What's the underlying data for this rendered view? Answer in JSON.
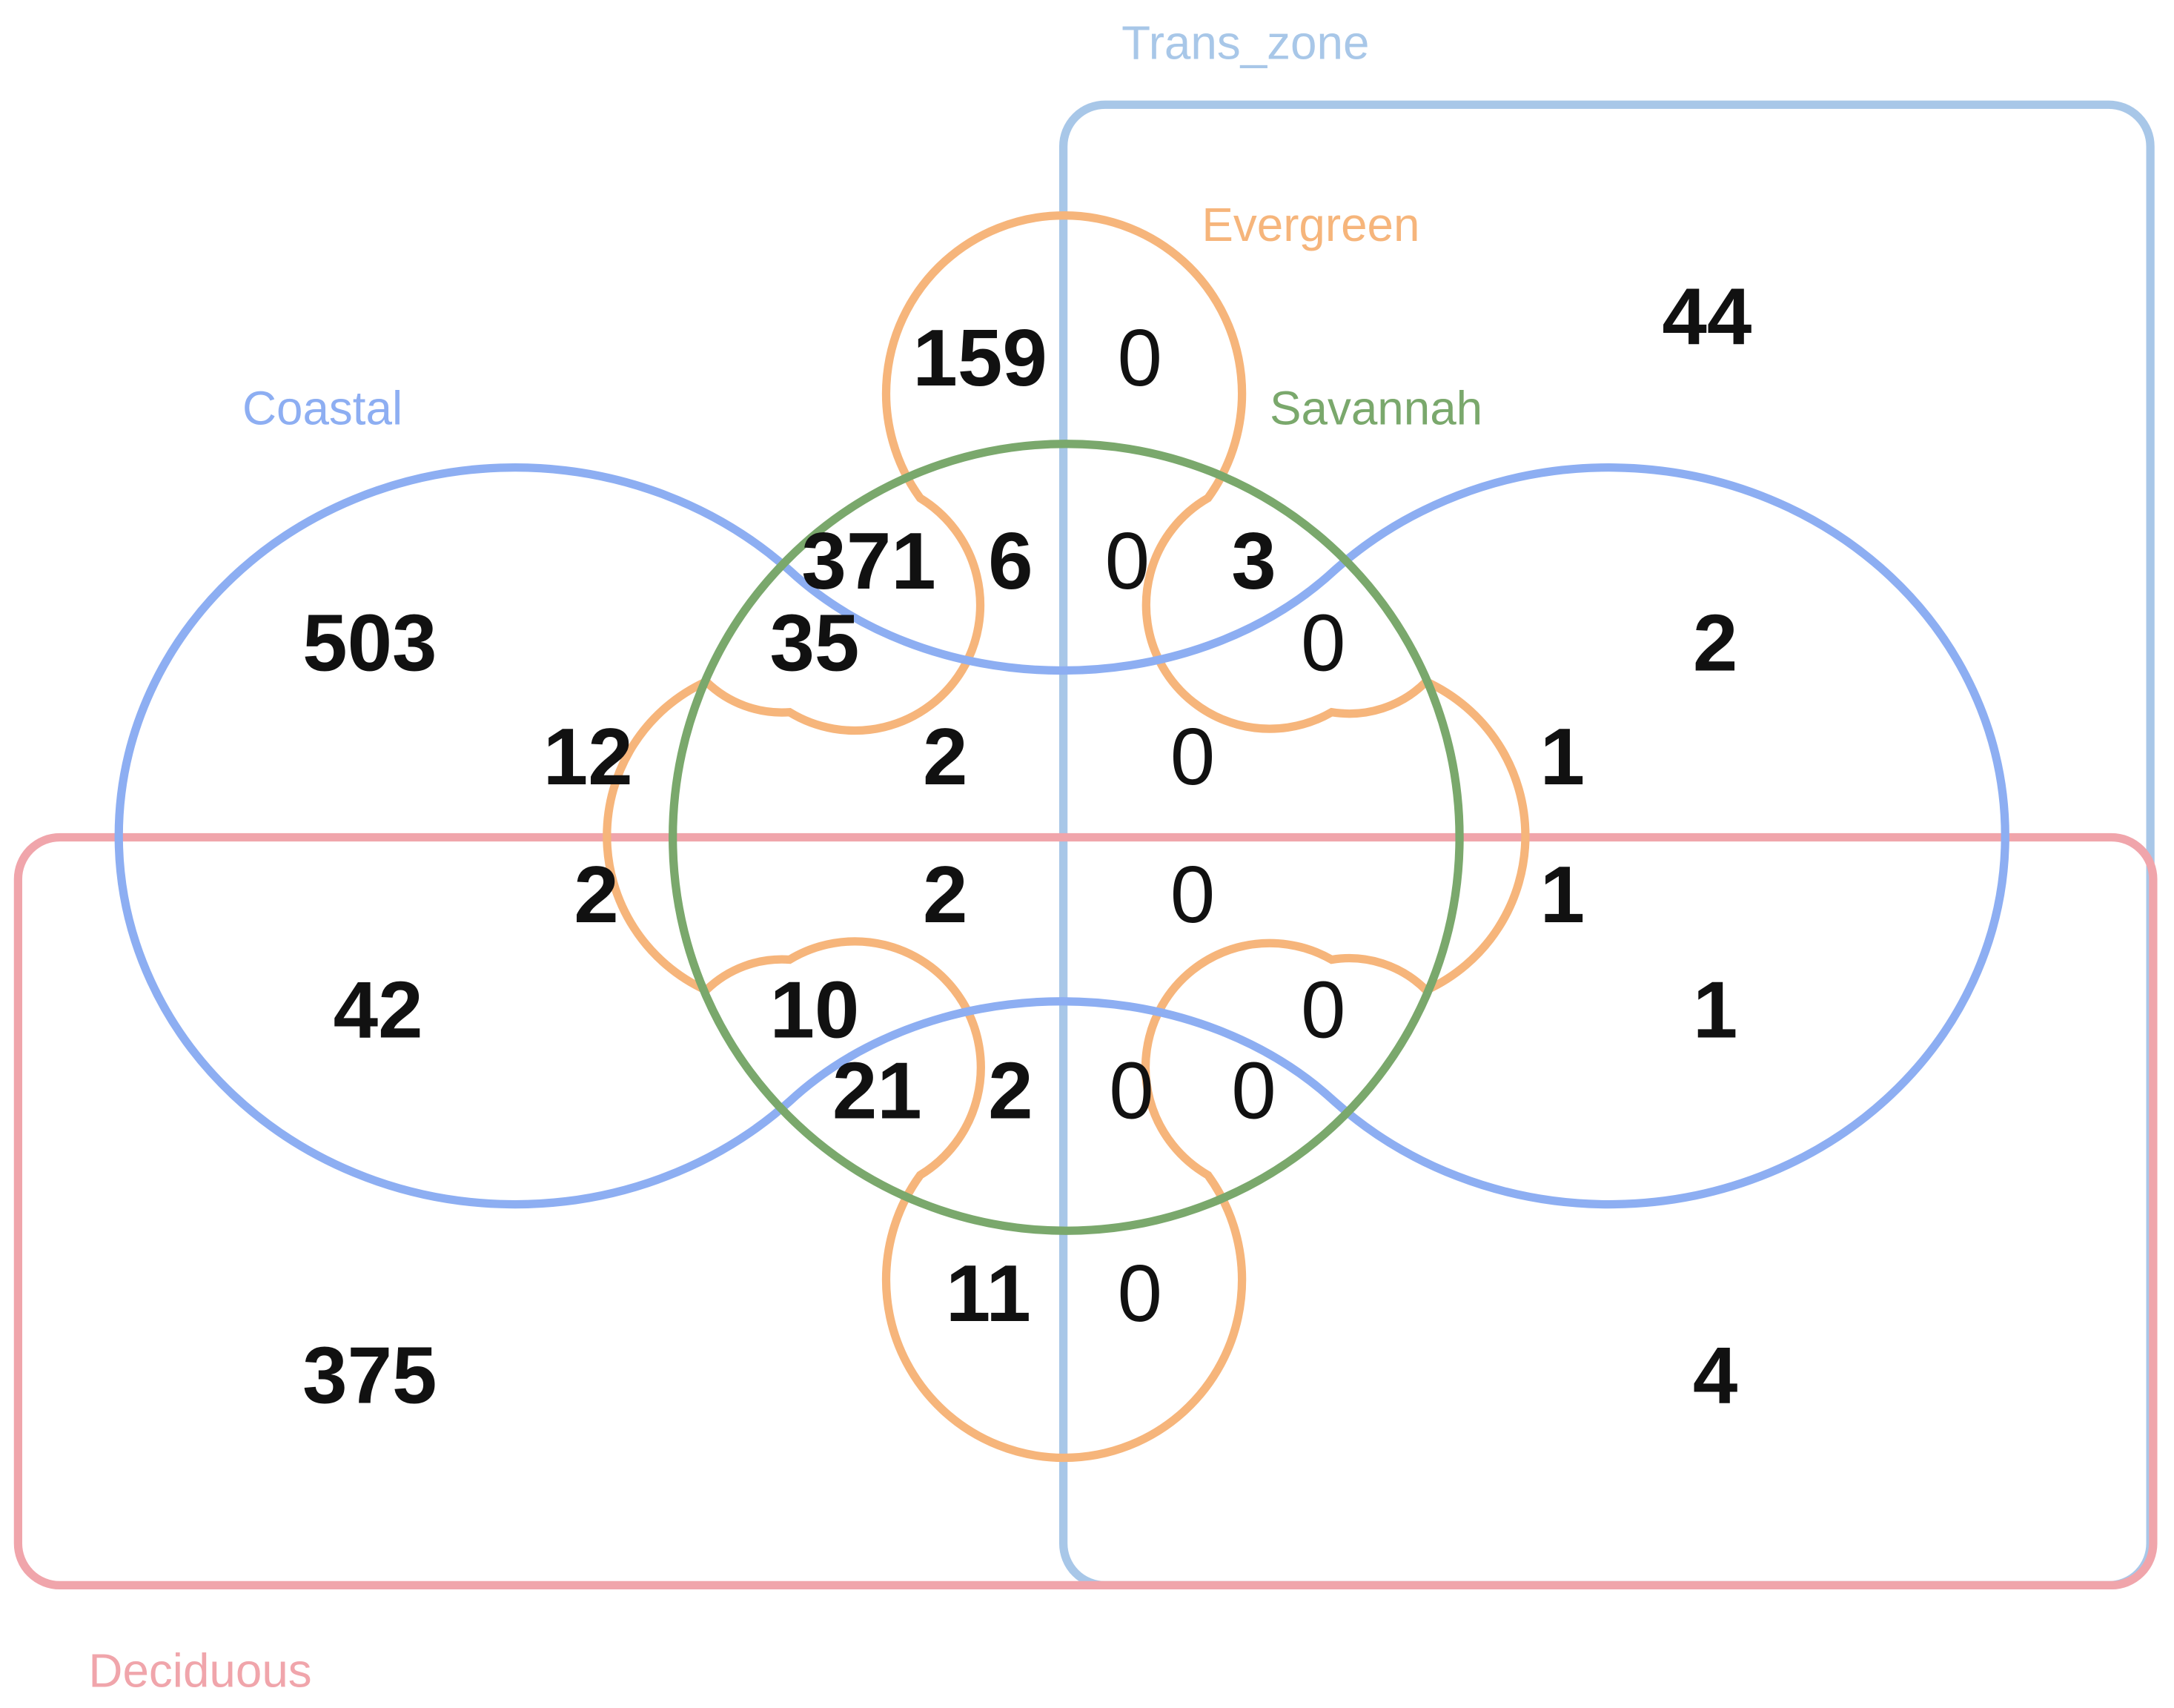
{
  "sets": {
    "trans_zone": {
      "label": "Trans_zone",
      "color": "#a8c7e8"
    },
    "evergreen": {
      "label": "Evergreen",
      "color": "#f6b57b"
    },
    "coastal": {
      "label": "Coastal",
      "color": "#8daef2"
    },
    "savannah": {
      "label": "Savannah",
      "color": "#7aa86c"
    },
    "deciduous": {
      "label": "Deciduous",
      "color": "#f0a5ab"
    }
  },
  "regions": [
    {
      "id": "r159",
      "value": "159",
      "bold": true
    },
    {
      "id": "r0a",
      "value": "0",
      "bold": false
    },
    {
      "id": "r44",
      "value": "44",
      "bold": true
    },
    {
      "id": "r371",
      "value": "371",
      "bold": true
    },
    {
      "id": "r6",
      "value": "6",
      "bold": true
    },
    {
      "id": "r0b",
      "value": "0",
      "bold": false
    },
    {
      "id": "r3",
      "value": "3",
      "bold": true
    },
    {
      "id": "r503",
      "value": "503",
      "bold": true
    },
    {
      "id": "r35",
      "value": "35",
      "bold": true
    },
    {
      "id": "r0c",
      "value": "0",
      "bold": false
    },
    {
      "id": "r2a",
      "value": "2",
      "bold": true
    },
    {
      "id": "r12",
      "value": "12",
      "bold": true
    },
    {
      "id": "r2b",
      "value": "2",
      "bold": true
    },
    {
      "id": "r0d",
      "value": "0",
      "bold": false
    },
    {
      "id": "r1a",
      "value": "1",
      "bold": true
    },
    {
      "id": "r2c",
      "value": "2",
      "bold": true
    },
    {
      "id": "r2d",
      "value": "2",
      "bold": true
    },
    {
      "id": "r0e",
      "value": "0",
      "bold": false
    },
    {
      "id": "r1b",
      "value": "1",
      "bold": true
    },
    {
      "id": "r42",
      "value": "42",
      "bold": true
    },
    {
      "id": "r10",
      "value": "10",
      "bold": true
    },
    {
      "id": "r0f",
      "value": "0",
      "bold": false
    },
    {
      "id": "r1c",
      "value": "1",
      "bold": true
    },
    {
      "id": "r21",
      "value": "21",
      "bold": true
    },
    {
      "id": "r2e",
      "value": "2",
      "bold": true
    },
    {
      "id": "r0g",
      "value": "0",
      "bold": false
    },
    {
      "id": "r0h",
      "value": "0",
      "bold": false
    },
    {
      "id": "r11",
      "value": "11",
      "bold": true
    },
    {
      "id": "r0i",
      "value": "0",
      "bold": false
    },
    {
      "id": "r375",
      "value": "375",
      "bold": true
    },
    {
      "id": "r4",
      "value": "4",
      "bold": true
    }
  ]
}
